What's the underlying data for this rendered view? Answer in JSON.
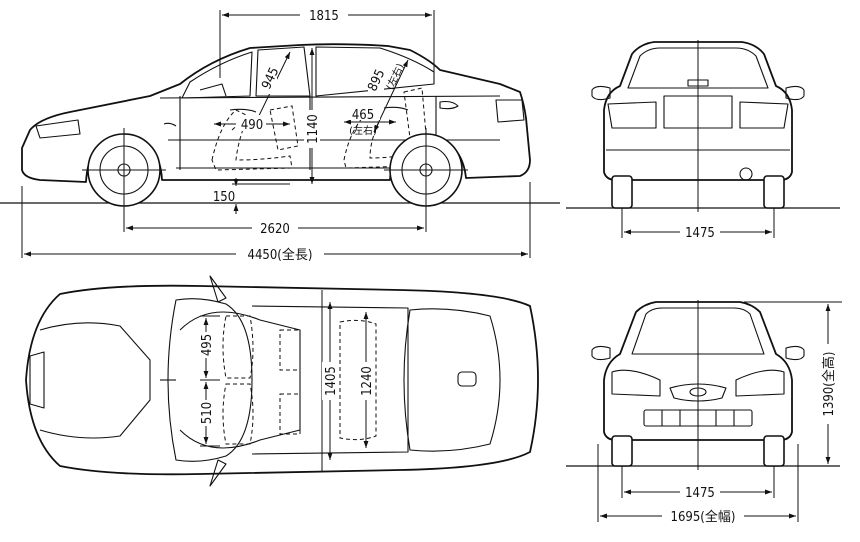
{
  "side_view": {
    "windshield_to_rear_window": "1815",
    "front_headroom": "945",
    "rear_headroom": "895",
    "rear_headroom_note": "(左右)",
    "front_seat_height": "490",
    "interior_height": "1140",
    "rear_seat_height": "465",
    "rear_seat_note": "(左右)",
    "ground_clearance": "150",
    "wheelbase": "2620",
    "overall_length": "4450(全長)"
  },
  "rear_view": {
    "rear_track": "1475"
  },
  "top_view": {
    "front_seat_width": "495",
    "rear_seat_width": "510",
    "front_shoulder_room": "1405",
    "rear_shoulder_room": "1240"
  },
  "front_view": {
    "front_track": "1475",
    "overall_width": "1695(全幅)",
    "overall_height": "1390(全高)"
  }
}
